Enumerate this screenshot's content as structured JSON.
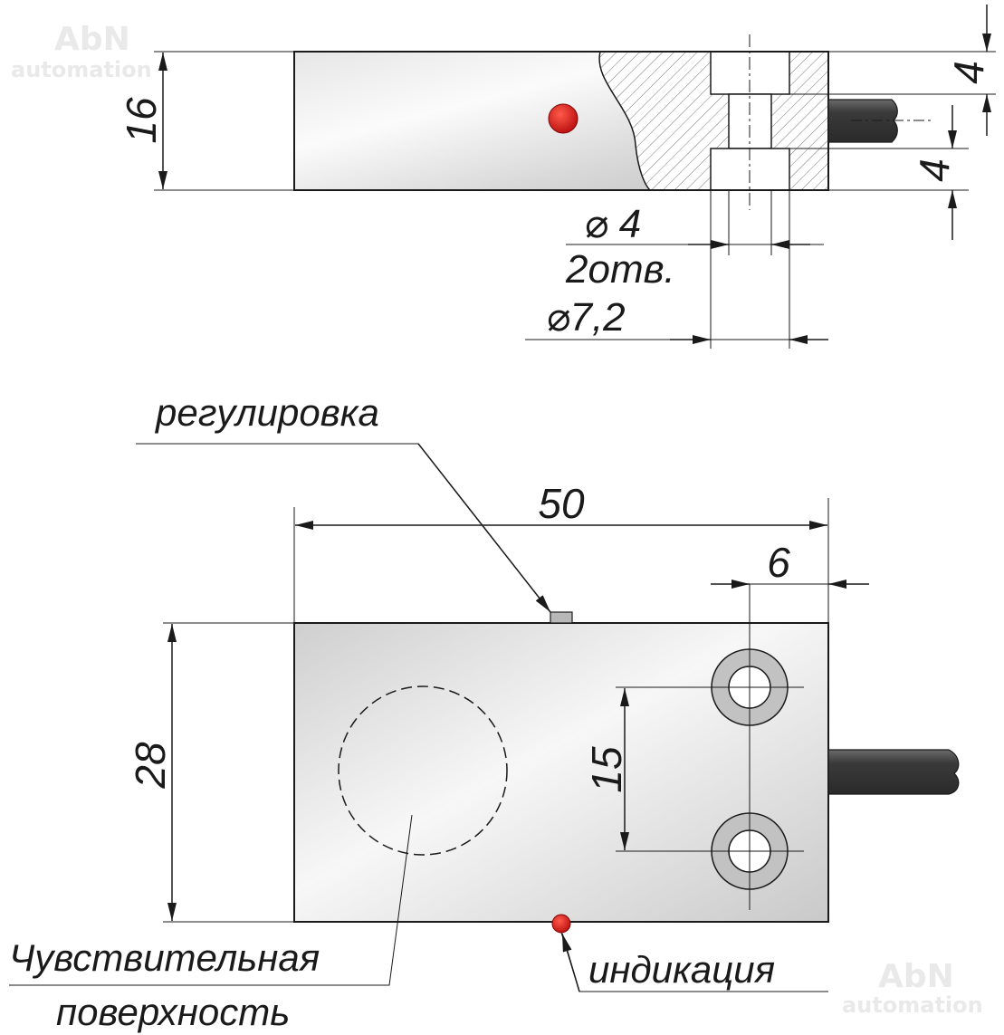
{
  "watermark": {
    "brand": "AbN",
    "sub": "automation"
  },
  "colors": {
    "indicator": "#d01a1a",
    "line": "#1a1a1a",
    "body_light": "#f4f4f4",
    "body_dark": "#c4c4c4",
    "cable": "#3c3c3c"
  },
  "side_view": {
    "height_label": "16",
    "top_offset_label": "4",
    "bottom_offset_label": "4",
    "hole_diameter_label": "⌀ 4",
    "hole_count_label": "2отв.",
    "counterbore_label": "⌀7,2"
  },
  "top_view": {
    "width_label": "50",
    "edge_offset_label": "6",
    "height_label": "28",
    "hole_spacing_label": "15",
    "adjust_label": "регулировка",
    "indicator_label": "индикация",
    "sense_label_line1": "Чувствительная",
    "sense_label_line2": "поверхность"
  }
}
